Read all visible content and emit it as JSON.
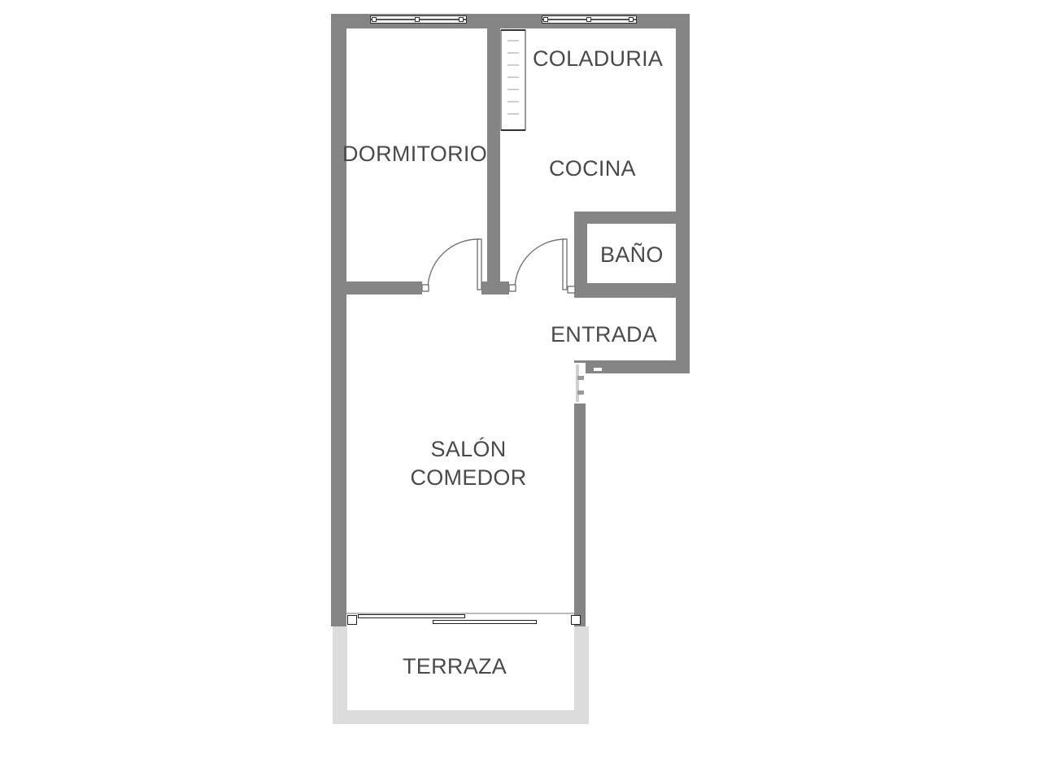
{
  "plan": {
    "title": "Floor plan",
    "wall_color": "#858585",
    "terrace_wall_color": "#dcdcdc",
    "text_color": "#4a4a4a"
  },
  "rooms": {
    "coladuria": {
      "label": "COLADURIA"
    },
    "dormitorio": {
      "label": "DORMITORIO"
    },
    "cocina": {
      "label": "COCINA"
    },
    "bano": {
      "label": "BAÑO"
    },
    "entrada": {
      "label": "ENTRADA"
    },
    "salon": {
      "label_line1": "SALÓN",
      "label_line2": "COMEDOR"
    },
    "terraza": {
      "label": "TERRAZA"
    }
  }
}
